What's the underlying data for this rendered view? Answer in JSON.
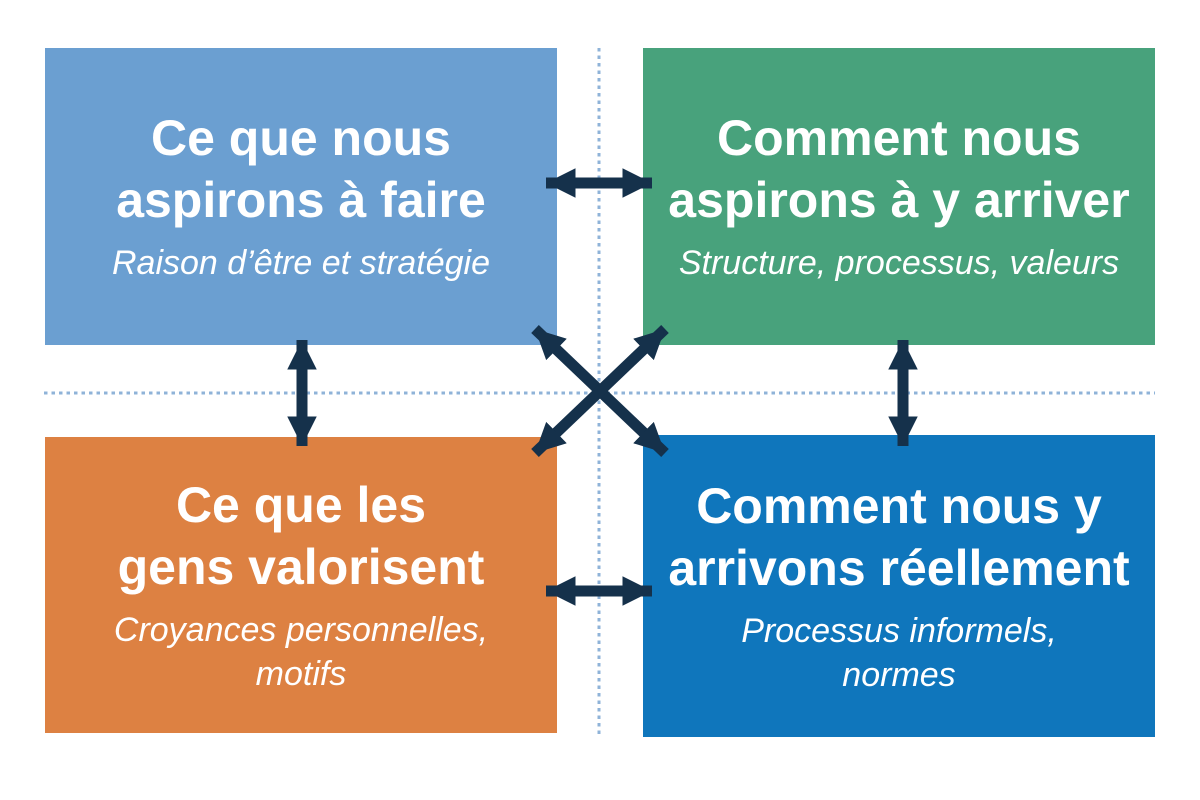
{
  "diagram": {
    "background_color": "#FFFFFF",
    "text_color": "#FFFFFF",
    "arrow_color": "#15314B",
    "dotted_axis_color": "#8FB3D8",
    "quadrants": [
      {
        "position": "top-left",
        "color": "#6B9FD1",
        "title": "Ce que nous\naspirons à faire",
        "subtitle": "Raison d’être et stratégie"
      },
      {
        "position": "top-right",
        "color": "#48A27C",
        "title": "Comment nous\naspirons à y arriver",
        "subtitle": "Structure, processus, valeurs"
      },
      {
        "position": "bottom-left",
        "color": "#DD8142",
        "title": "Ce que les\ngens valorisent",
        "subtitle": "Croyances personnelles,\nmotifs"
      },
      {
        "position": "bottom-right",
        "color": "#0F76BC",
        "title": "Comment nous y\narrivons réellement",
        "subtitle": "Processus informels,\nnormes"
      }
    ],
    "connectors": [
      "top-horizontal-double-arrow",
      "bottom-horizontal-double-arrow",
      "left-vertical-double-arrow",
      "right-vertical-double-arrow",
      "diagonal-cross-double-arrows"
    ]
  }
}
